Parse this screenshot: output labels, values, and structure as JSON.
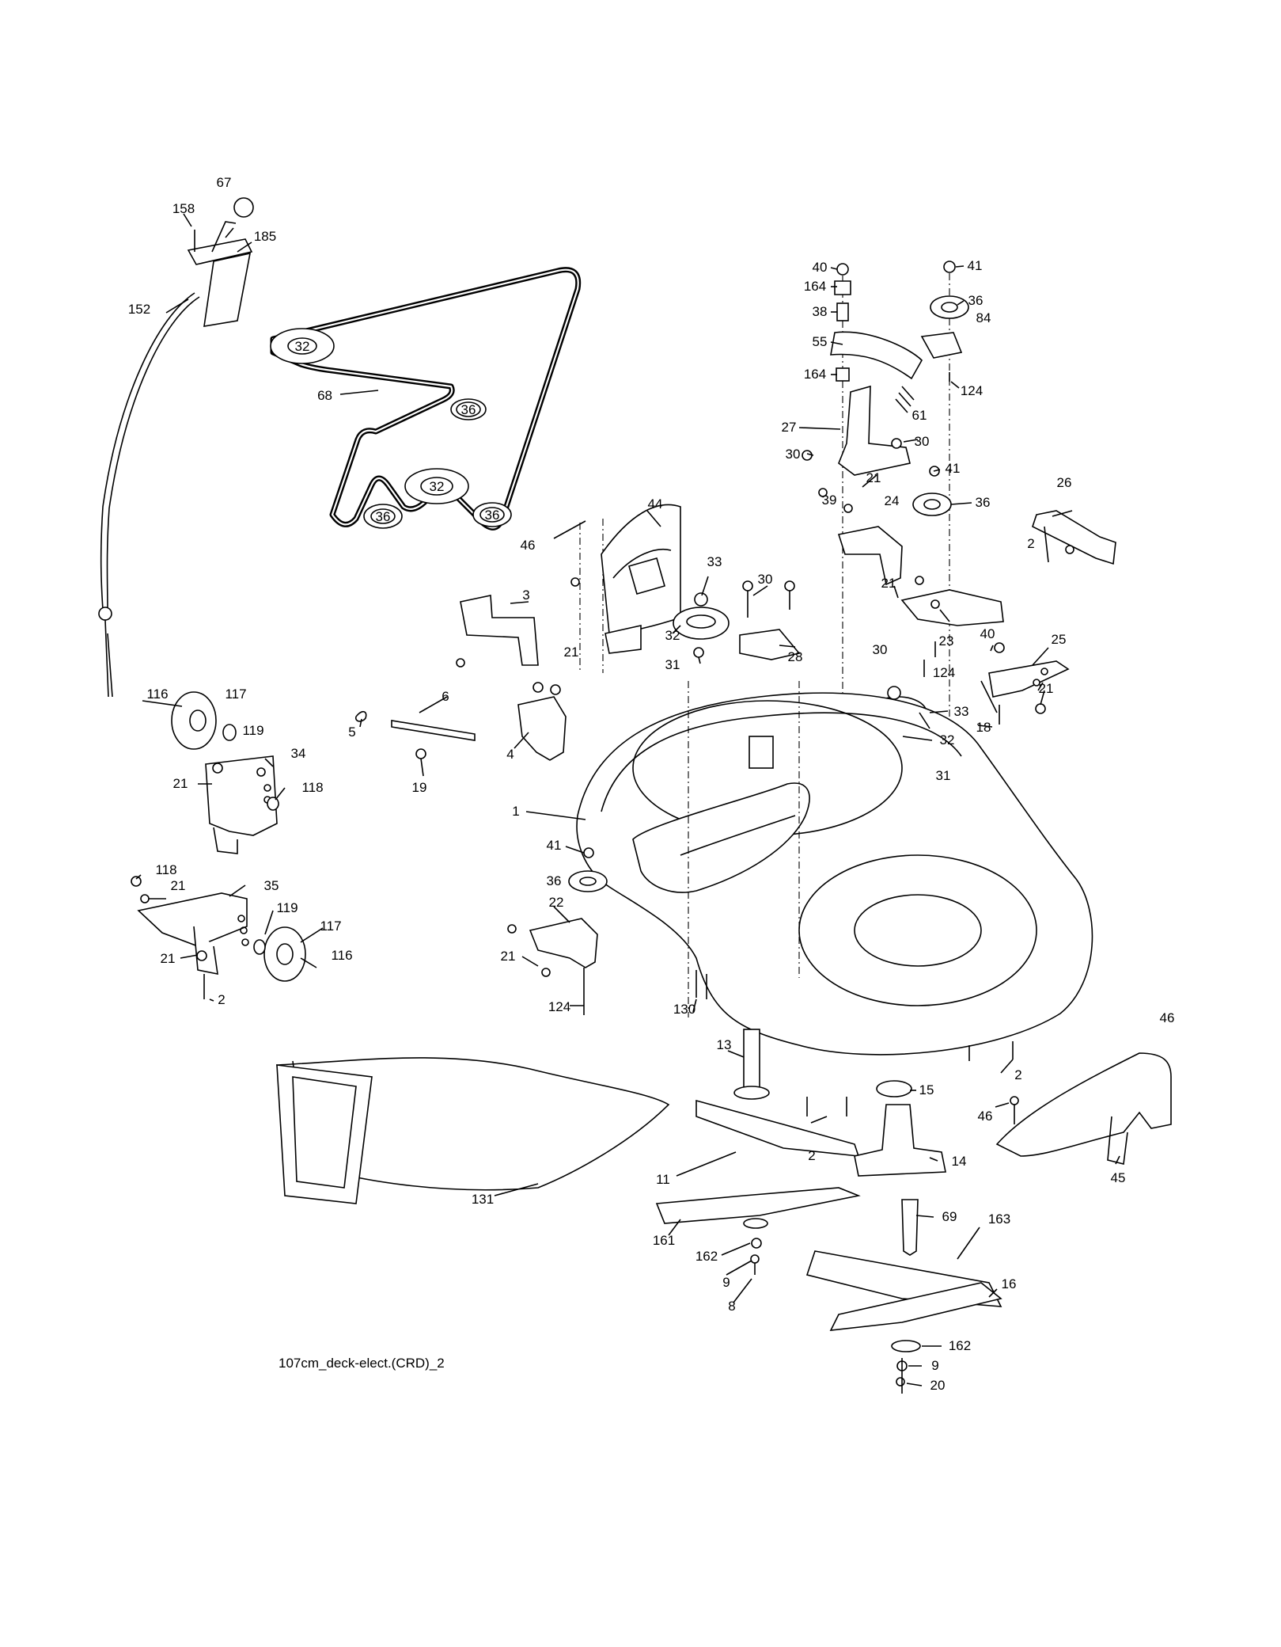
{
  "caption": "107cm_deck-elect.(CRD)_2",
  "belt": {
    "pulley_labels": [
      "32",
      "36",
      "32",
      "36",
      "36"
    ],
    "callout": "68"
  },
  "callouts": [
    {
      "id": "c67",
      "text": "67"
    },
    {
      "id": "c158",
      "text": "158"
    },
    {
      "id": "c185",
      "text": "185"
    },
    {
      "id": "c152",
      "text": "152"
    },
    {
      "id": "c116a",
      "text": "116"
    },
    {
      "id": "c117a",
      "text": "117"
    },
    {
      "id": "c119a",
      "text": "119"
    },
    {
      "id": "c34",
      "text": "34"
    },
    {
      "id": "c21a",
      "text": "21"
    },
    {
      "id": "c118a",
      "text": "118"
    },
    {
      "id": "c118b",
      "text": "118"
    },
    {
      "id": "c21b",
      "text": "21"
    },
    {
      "id": "c35",
      "text": "35"
    },
    {
      "id": "c119b",
      "text": "119"
    },
    {
      "id": "c117b",
      "text": "117"
    },
    {
      "id": "c21c",
      "text": "21"
    },
    {
      "id": "c116b",
      "text": "116"
    },
    {
      "id": "c2a",
      "text": "2"
    },
    {
      "id": "c40a",
      "text": "40"
    },
    {
      "id": "c164a",
      "text": "164"
    },
    {
      "id": "c38",
      "text": "38"
    },
    {
      "id": "c55",
      "text": "55"
    },
    {
      "id": "c164b",
      "text": "164"
    },
    {
      "id": "c41a",
      "text": "41"
    },
    {
      "id": "c36a",
      "text": "36"
    },
    {
      "id": "c84",
      "text": "84"
    },
    {
      "id": "c124a",
      "text": "124"
    },
    {
      "id": "c61",
      "text": "61"
    },
    {
      "id": "c27",
      "text": "27"
    },
    {
      "id": "c30a",
      "text": "30"
    },
    {
      "id": "c30b",
      "text": "30"
    },
    {
      "id": "c41b",
      "text": "41"
    },
    {
      "id": "c39",
      "text": "39"
    },
    {
      "id": "c21d",
      "text": "21"
    },
    {
      "id": "c24",
      "text": "24"
    },
    {
      "id": "c36b",
      "text": "36"
    },
    {
      "id": "c26",
      "text": "26"
    },
    {
      "id": "c2b",
      "text": "2"
    },
    {
      "id": "c46a",
      "text": "46"
    },
    {
      "id": "c44",
      "text": "44"
    },
    {
      "id": "c33a",
      "text": "33"
    },
    {
      "id": "c30c",
      "text": "30"
    },
    {
      "id": "c21e",
      "text": "21"
    },
    {
      "id": "c23",
      "text": "23"
    },
    {
      "id": "c40b",
      "text": "40"
    },
    {
      "id": "c25",
      "text": "25"
    },
    {
      "id": "c3",
      "text": "3"
    },
    {
      "id": "c32a",
      "text": "32"
    },
    {
      "id": "c31a",
      "text": "31"
    },
    {
      "id": "c28",
      "text": "28"
    },
    {
      "id": "c30d",
      "text": "30"
    },
    {
      "id": "c124b",
      "text": "124"
    },
    {
      "id": "c21f",
      "text": "21"
    },
    {
      "id": "c33b",
      "text": "33"
    },
    {
      "id": "c32b",
      "text": "32"
    },
    {
      "id": "c18",
      "text": "18"
    },
    {
      "id": "c31b",
      "text": "31"
    },
    {
      "id": "c21g",
      "text": "21"
    },
    {
      "id": "c6",
      "text": "6"
    },
    {
      "id": "c5",
      "text": "5"
    },
    {
      "id": "c4",
      "text": "4"
    },
    {
      "id": "c19",
      "text": "19"
    },
    {
      "id": "c1",
      "text": "1"
    },
    {
      "id": "c41c",
      "text": "41"
    },
    {
      "id": "c36c",
      "text": "36"
    },
    {
      "id": "c22",
      "text": "22"
    },
    {
      "id": "c21h",
      "text": "21"
    },
    {
      "id": "c124c",
      "text": "124"
    },
    {
      "id": "c130",
      "text": "130"
    },
    {
      "id": "c46b",
      "text": "46"
    },
    {
      "id": "c13",
      "text": "13"
    },
    {
      "id": "c2c",
      "text": "2"
    },
    {
      "id": "c15",
      "text": "15"
    },
    {
      "id": "c46c",
      "text": "46"
    },
    {
      "id": "c2d",
      "text": "2"
    },
    {
      "id": "c14",
      "text": "14"
    },
    {
      "id": "c45",
      "text": "45"
    },
    {
      "id": "c11",
      "text": "11"
    },
    {
      "id": "c131",
      "text": "131"
    },
    {
      "id": "c69",
      "text": "69"
    },
    {
      "id": "c163",
      "text": "163"
    },
    {
      "id": "c161",
      "text": "161"
    },
    {
      "id": "c162a",
      "text": "162"
    },
    {
      "id": "c9a",
      "text": "9"
    },
    {
      "id": "c8",
      "text": "8"
    },
    {
      "id": "c16",
      "text": "16"
    },
    {
      "id": "c162b",
      "text": "162"
    },
    {
      "id": "c9b",
      "text": "9"
    },
    {
      "id": "c20",
      "text": "20"
    }
  ]
}
